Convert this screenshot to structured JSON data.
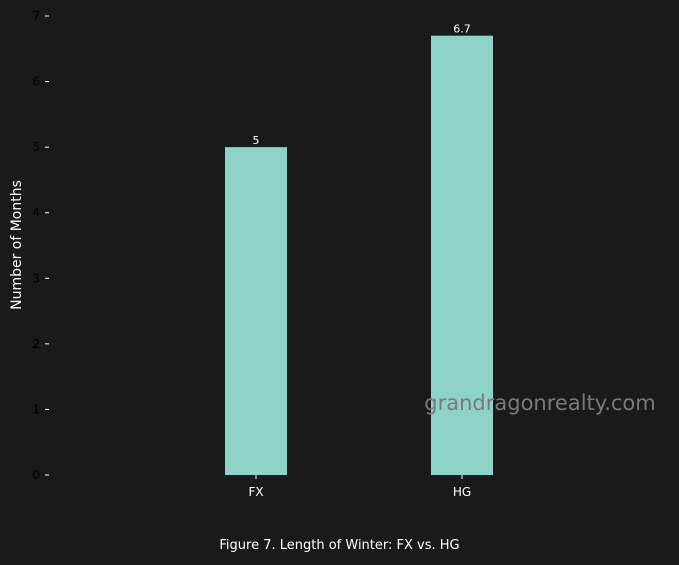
{
  "chart_data": {
    "type": "bar",
    "categories": [
      "FX",
      "HG"
    ],
    "values": [
      5,
      6.7
    ],
    "data_labels": [
      "5",
      "6.7"
    ],
    "title": "",
    "xlabel": "",
    "ylabel": "Number of Months",
    "ylim": [
      0,
      7
    ],
    "yticks": [
      "0",
      "1",
      "2",
      "3",
      "4",
      "5",
      "6",
      "7"
    ],
    "grid": false,
    "legend": "none"
  },
  "caption": "Figure 7. Length of Winter: FX vs. HG",
  "watermark": "grandragonrealty.com",
  "colors": {
    "background": "#1a1a1a",
    "bar": "#8ed3c7",
    "tick_label": "#000000",
    "text": "#ffffff",
    "watermark": "#7a7a7a"
  }
}
